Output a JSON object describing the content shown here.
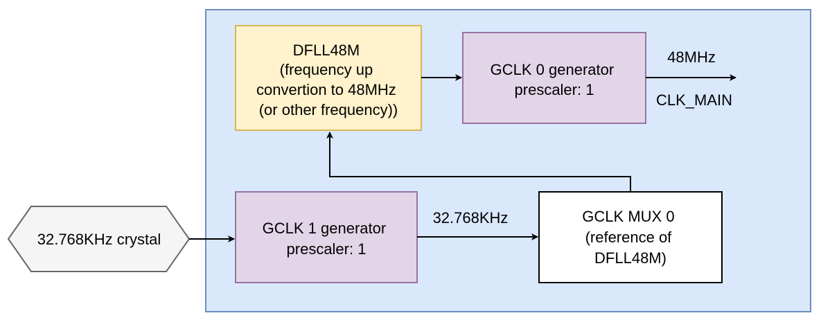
{
  "nodes": {
    "crystal": {
      "label": "32.768KHz crystal"
    },
    "dfll48m": {
      "lines": [
        "DFLL48M",
        "(frequency up",
        "convertion to 48MHz",
        "(or other frequency))"
      ]
    },
    "gclk0": {
      "lines": [
        "GCLK 0 generator",
        "prescaler: 1"
      ]
    },
    "gclk1": {
      "lines": [
        "GCLK 1 generator",
        "prescaler: 1"
      ]
    },
    "mux0": {
      "lines": [
        "GCLK MUX 0",
        "(reference of",
        "DFLL48M)"
      ]
    }
  },
  "edges": {
    "out_freq": "48MHz",
    "out_name": "CLK_MAIN",
    "ref_freq": "32.768KHz"
  },
  "colors": {
    "container_fill": "#dae8fc",
    "container_stroke": "#6c8ebf",
    "dfll_fill": "#fff2cc",
    "dfll_stroke": "#d6b656",
    "gclk_fill": "#e1d5e7",
    "gclk_stroke": "#9673a6",
    "mux_fill": "#ffffff",
    "mux_stroke": "#000000",
    "crystal_fill": "#f5f5f5",
    "crystal_stroke": "#666666",
    "arrow": "#000000"
  }
}
